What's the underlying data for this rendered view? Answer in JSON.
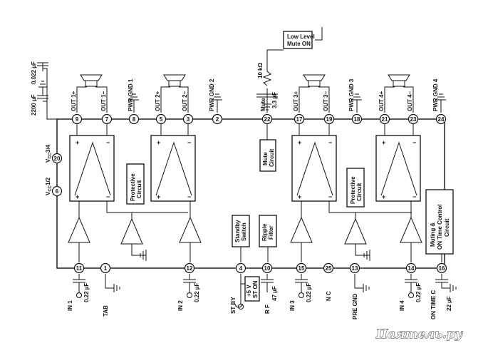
{
  "pins": {
    "p9": {
      "num": "9",
      "label": "OUT 1+"
    },
    "p7": {
      "num": "7",
      "label": "OUT 1−"
    },
    "p8": {
      "num": "8",
      "label": "PWR GND 1"
    },
    "p5": {
      "num": "5",
      "label": "OUT 2+"
    },
    "p3": {
      "num": "3",
      "label": "OUT 2−"
    },
    "p2": {
      "num": "2",
      "label": "PWR GND 2"
    },
    "p22": {
      "num": "22",
      "label": "Mute"
    },
    "p17": {
      "num": "17",
      "label": "OUT 3+"
    },
    "p19": {
      "num": "19",
      "label": "OUT 3−"
    },
    "p18": {
      "num": "18",
      "label": "PWR GND 3"
    },
    "p21": {
      "num": "21",
      "label": "OUT 4+"
    },
    "p23": {
      "num": "23",
      "label": "OUT 4−"
    },
    "p24": {
      "num": "24",
      "label": "PWR GND 4"
    },
    "p20": {
      "num": "20",
      "label_main": "V",
      "label_sub": "CC",
      "label_tail": "3/4"
    },
    "p6": {
      "num": "6",
      "label_main": "V",
      "label_sub": "CC",
      "label_tail": "1/2"
    },
    "p11": {
      "num": "11",
      "label": "IN 1"
    },
    "p1": {
      "num": "1",
      "label": "TAB"
    },
    "p12": {
      "num": "12",
      "label": "IN 2"
    },
    "p4": {
      "num": "4",
      "label": "ST BY"
    },
    "p10": {
      "num": "10",
      "label": "R F"
    },
    "p15": {
      "num": "15",
      "label": "IN 3"
    },
    "p25": {
      "num": "25",
      "label": "N C"
    },
    "p13": {
      "num": "13",
      "label": "PRE GND"
    },
    "p14": {
      "num": "14",
      "label": "IN 4"
    },
    "p16": {
      "num": "16",
      "label": "ON TIME C"
    }
  },
  "components": {
    "c_top": "0.022 µF",
    "c_2200": "2200 µF",
    "r_10k": "10 kΩ",
    "c_33": "3.3 µF",
    "c_in1": "0.22 µF",
    "c_in2": "0.22 µF",
    "c_rf": "47 µF",
    "c_in3": "0.22 µF",
    "c_in4": "0.22 µF",
    "c_on": "22 µF"
  },
  "blocks": {
    "protective1": [
      "Protective",
      "Circuit"
    ],
    "mute_circuit": [
      "Mute",
      "Circuit"
    ],
    "protective2": [
      "Protective",
      "Circuit"
    ],
    "standby": [
      "Standby",
      "Switch"
    ],
    "ripple": [
      "Ripple",
      "Filter"
    ],
    "muting": [
      "Muting &",
      "ON Time Control",
      "Circuit"
    ],
    "low_level_mute": [
      "Low Level",
      "Mute ON"
    ],
    "st_on": [
      "+5 V",
      "ST ON"
    ]
  },
  "watermark": "Паятель.ру"
}
